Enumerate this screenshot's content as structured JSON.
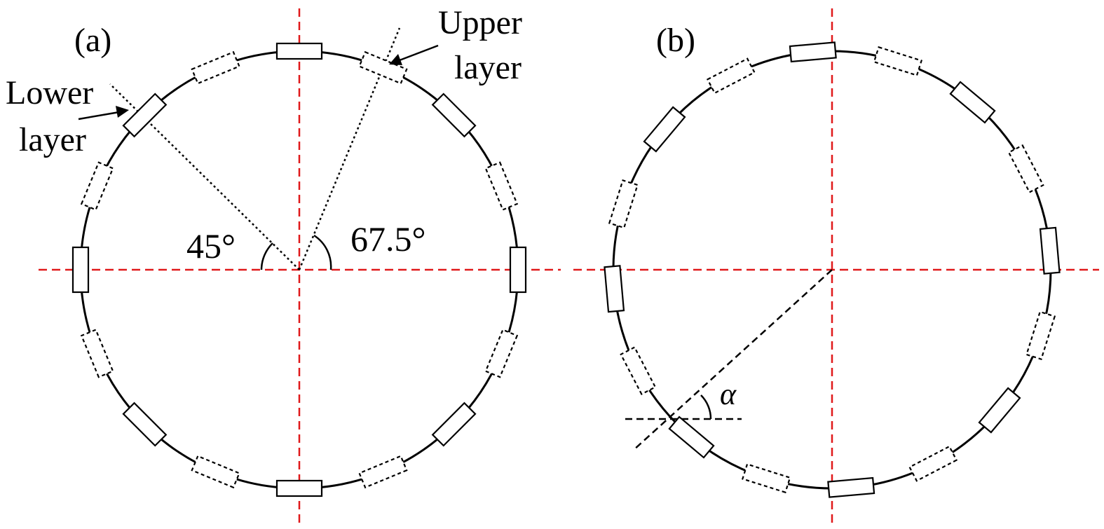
{
  "panels": [
    {
      "id": "a",
      "label": "(a)",
      "annotations": {
        "lower_layer": [
          "Lower",
          "layer"
        ],
        "upper_layer": [
          "Upper",
          "layer"
        ],
        "angle_left": "45°",
        "angle_right": "67.5°"
      },
      "sensors": [
        {
          "angle_deg": 0,
          "layer": "lower"
        },
        {
          "angle_deg": 22.5,
          "layer": "upper"
        },
        {
          "angle_deg": 45,
          "layer": "lower"
        },
        {
          "angle_deg": 67.5,
          "layer": "upper"
        },
        {
          "angle_deg": 90,
          "layer": "lower"
        },
        {
          "angle_deg": 112.5,
          "layer": "upper"
        },
        {
          "angle_deg": 135,
          "layer": "lower"
        },
        {
          "angle_deg": 157.5,
          "layer": "upper"
        },
        {
          "angle_deg": 180,
          "layer": "lower"
        },
        {
          "angle_deg": 202.5,
          "layer": "upper"
        },
        {
          "angle_deg": 225,
          "layer": "lower"
        },
        {
          "angle_deg": 247.5,
          "layer": "upper"
        },
        {
          "angle_deg": 270,
          "layer": "lower"
        },
        {
          "angle_deg": 292.5,
          "layer": "upper"
        },
        {
          "angle_deg": 315,
          "layer": "lower"
        },
        {
          "angle_deg": 337.5,
          "layer": "upper"
        }
      ]
    },
    {
      "id": "b",
      "label": "(b)",
      "annotations": {
        "alpha": "α"
      },
      "sensors": [
        {
          "angle_deg": 5,
          "layer": "lower"
        },
        {
          "angle_deg": 27.5,
          "layer": "upper"
        },
        {
          "angle_deg": 50,
          "layer": "lower"
        },
        {
          "angle_deg": 72.5,
          "layer": "upper"
        },
        {
          "angle_deg": 95,
          "layer": "lower"
        },
        {
          "angle_deg": 117.5,
          "layer": "upper"
        },
        {
          "angle_deg": 140,
          "layer": "lower"
        },
        {
          "angle_deg": 162.5,
          "layer": "upper"
        },
        {
          "angle_deg": 185,
          "layer": "lower"
        },
        {
          "angle_deg": 207.5,
          "layer": "upper"
        },
        {
          "angle_deg": 230,
          "layer": "lower"
        },
        {
          "angle_deg": 252.5,
          "layer": "upper"
        },
        {
          "angle_deg": 275,
          "layer": "lower"
        },
        {
          "angle_deg": 297.5,
          "layer": "upper"
        },
        {
          "angle_deg": 320,
          "layer": "lower"
        },
        {
          "angle_deg": 342.5,
          "layer": "upper"
        }
      ]
    }
  ],
  "colors": {
    "axis": "#e0191a",
    "stroke": "#000000"
  }
}
